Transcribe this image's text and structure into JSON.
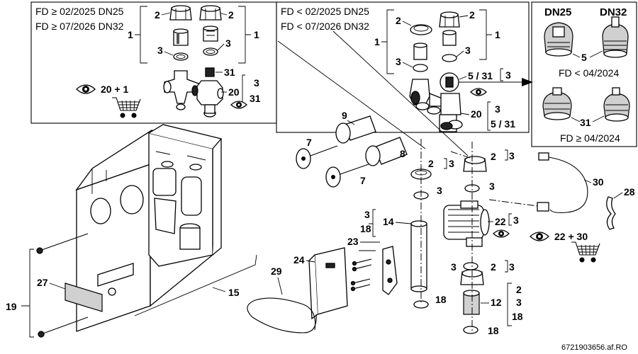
{
  "panel_left": {
    "line1": "FD ≥ 02/2025 DN25",
    "line2": "FD ≥ 07/2026 DN32",
    "callouts": [
      "2",
      "2",
      "1",
      "1",
      "3",
      "3",
      "31",
      "20",
      "3",
      "31",
      "20 + 1"
    ]
  },
  "panel_mid": {
    "line1": "FD < 02/2025 DN25",
    "line2": "FD < 07/2026 DN32",
    "callouts": [
      "2",
      "2",
      "1",
      "1",
      "3",
      "3",
      "5 / 31",
      "3",
      "20",
      "3",
      "5 / 31"
    ]
  },
  "panel_right": {
    "head_left": "DN25",
    "head_right": "DN32",
    "label_5": "5",
    "caption_old": "FD < 04/2024",
    "label_31": "31",
    "caption_new": "FD ≥ 04/2024"
  },
  "labels": {
    "n9": "9",
    "n7a": "7",
    "n8": "8",
    "n7b": "7",
    "n2_3a_left": "2",
    "n2_3a_right": "3",
    "n2_3b_left": "2",
    "n2_3b_right": "3",
    "n3a": "3",
    "n3b": "3",
    "n3c": "3",
    "n30": "30",
    "n28": "28",
    "n22": "22",
    "n22_3": "3",
    "n22_30": "22 + 30",
    "n14_top": "3",
    "n14_bot": "18",
    "n14": "14",
    "n23": "23",
    "n24": "24",
    "n29": "29",
    "n2_3c_left": "2",
    "n2_3c_right": "3",
    "n12": "12",
    "n12_a": "2",
    "n12_b": "3",
    "n12_c": "18",
    "n18a": "18",
    "n18b": "18",
    "n15": "15",
    "n19": "19",
    "n27": "27"
  },
  "figure_id": "6721903656.af.RO",
  "icons": [
    "eye-icon",
    "shopping-cart-icon"
  ]
}
